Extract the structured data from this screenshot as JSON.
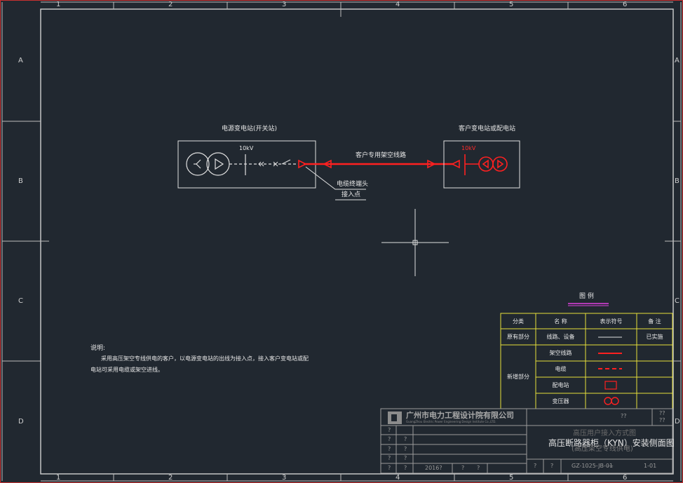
{
  "border": {
    "columns": [
      "1",
      "2",
      "3",
      "4",
      "5",
      "6"
    ],
    "rows": [
      "A",
      "B",
      "C",
      "D"
    ]
  },
  "diagram": {
    "source_station_label": "电源变电站(开关站)",
    "source_voltage": "10kV",
    "customer_station_label": "客户变电站或配电站",
    "customer_voltage": "10kV",
    "line_label": "客户专用架空线路",
    "access_point_label_1": "电缆终端头",
    "access_point_label_2": "接入点"
  },
  "notes": {
    "heading": "说明:",
    "line1": "采用高压架空专线供电的客户，以电源变电站的出线为接入点，接入客户变电站或配",
    "line2": "电站可采用电缆或架空进线。"
  },
  "legend": {
    "title": "图 例",
    "headers": [
      "分类",
      "名 称",
      "表示符号",
      "备 注"
    ],
    "existing": {
      "category": "原有部分",
      "name": "线路、设备",
      "remark": "已实施"
    },
    "new_category": "新增部分",
    "new_items": [
      "架空线路",
      "电缆",
      "配电站",
      "变压器"
    ]
  },
  "title_block": {
    "company": "广州市电力工程设计院有限公司",
    "company_en": "GuangZhou Electric Power Engineering Design Institute Co.,LTD.",
    "overlap_title": "高压用户接入方式图",
    "title_line1": "高压断路器柜（KYN）安装侧面图",
    "title_line2": "(高压架空专线供电)",
    "question_marks": "??",
    "question_single": "?",
    "year": "2016?",
    "drawing_no": "GZ-1025-JB-01",
    "dashes": "---",
    "sheet": "1-01"
  },
  "colors": {
    "background": "#212830",
    "frame": "#cfcfcf",
    "red": "#ff2020",
    "yellow": "#e7e03a",
    "magenta": "#e040e0"
  }
}
